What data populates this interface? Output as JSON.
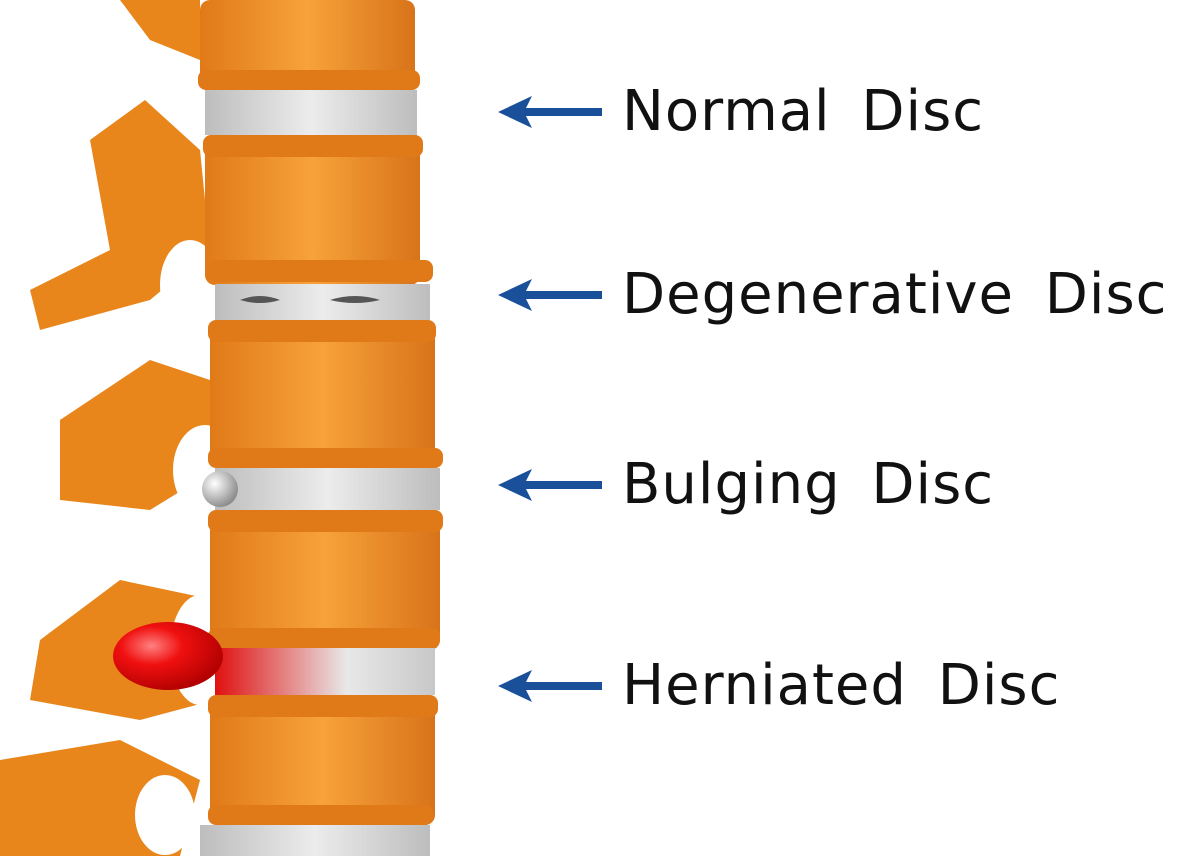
{
  "labels": [
    {
      "text": "Normal Disc"
    },
    {
      "text": "Degenerative Disc"
    },
    {
      "text": "Bulging Disc"
    },
    {
      "text": "Herniated Disc"
    }
  ],
  "colors": {
    "bone": "#f0901e",
    "bone_dark": "#d9761a",
    "disc": "#d4d4d4",
    "arrow": "#1a4f9a",
    "hernia": "#e01010"
  }
}
